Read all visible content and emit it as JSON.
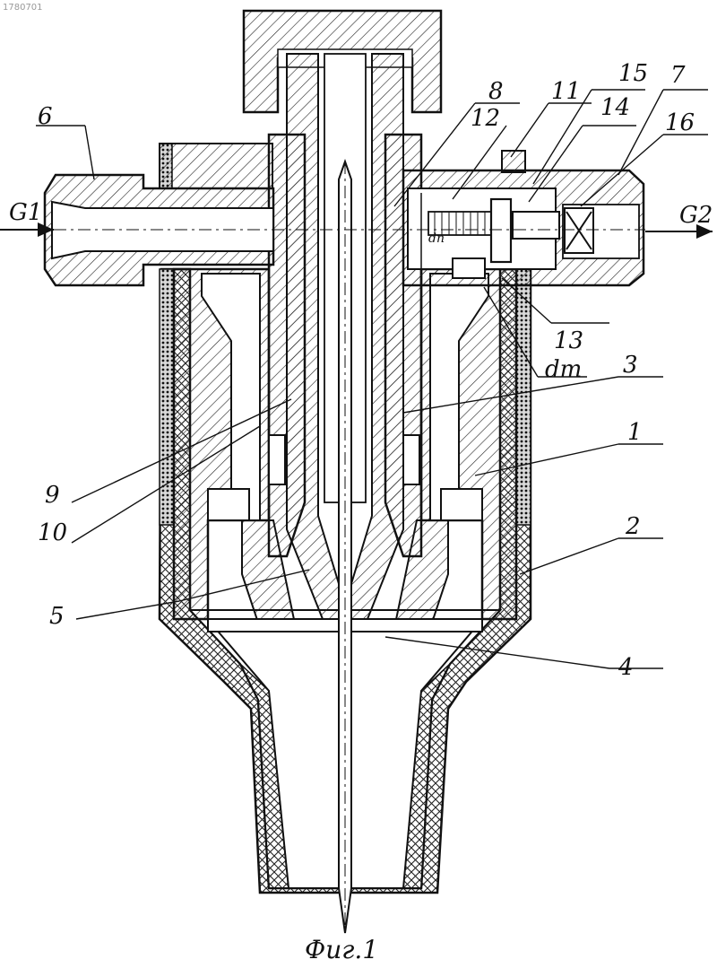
{
  "corner_id": "1780701",
  "caption": "Фиг.1",
  "labels": {
    "n1": "1",
    "n2": "2",
    "n3": "3",
    "n4": "4",
    "n5": "5",
    "n6": "6",
    "n7": "7",
    "n8": "8",
    "n9": "9",
    "n10": "10",
    "n11": "11",
    "n12": "12",
    "n13": "13",
    "n14": "14",
    "n15": "15",
    "n16": "16",
    "g1": "G1",
    "g2": "G2",
    "dm": "dm",
    "dn": "dn"
  }
}
